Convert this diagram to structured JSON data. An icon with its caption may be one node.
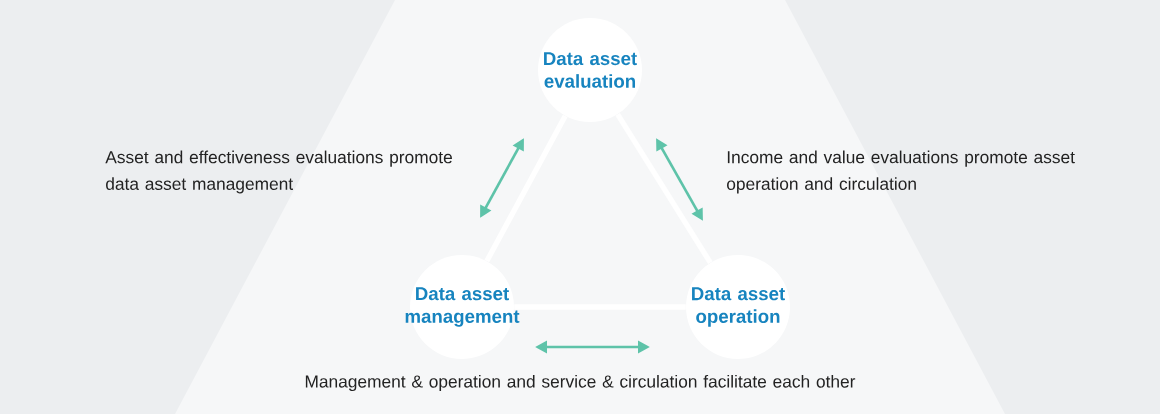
{
  "diagram": {
    "nodes": [
      {
        "text": [
          "Data asset evaluation"
        ]
      },
      {
        "text": [
          "Data asset management"
        ]
      },
      {
        "text": [
          "Data asset operation"
        ]
      }
    ],
    "edges": [
      {
        "from": 0,
        "to": 1,
        "arrow": "none",
        "style": "thick",
        "color": "#ffffff"
      },
      {
        "from": 0,
        "to": 2,
        "arrow": "none",
        "style": "thick",
        "color": "#ffffff"
      },
      {
        "from": 1,
        "to": 2,
        "arrow": "none",
        "style": "thick",
        "color": "#ffffff"
      },
      {
        "from": 1,
        "to": 0,
        "arrow": "both",
        "color": "#5ec3a9"
      },
      {
        "from": 0,
        "to": 2,
        "arrow": "both",
        "color": "#5ec3a9"
      },
      {
        "from": 1,
        "to": 2,
        "arrow": "both",
        "color": "#5ec3a9"
      }
    ],
    "labels": [
      "Asset and effectiveness evaluations promote data asset management",
      "Income and value evaluations promote asset operation and circulation",
      "Management & operation and service & circulation facilitate each other"
    ]
  }
}
